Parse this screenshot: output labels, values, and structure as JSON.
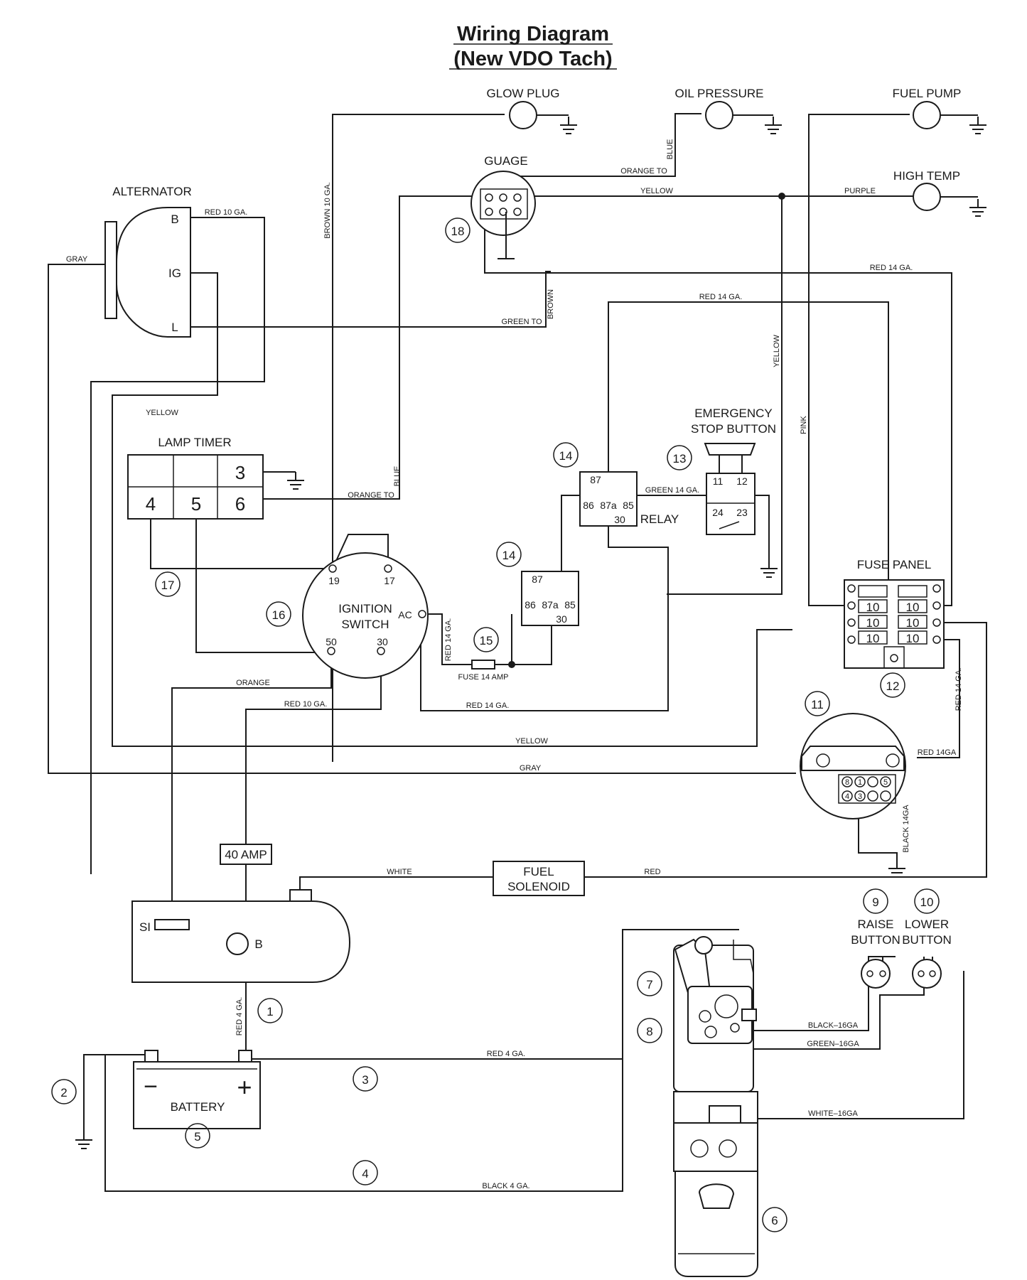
{
  "title": {
    "line1": "Wiring Diagram",
    "line2": "(New VDO Tach)"
  },
  "components": {
    "glow_plug": "GLOW PLUG",
    "oil_pressure": "OIL PRESSURE",
    "fuel_pump": "FUEL PUMP",
    "high_temp": "HIGH TEMP",
    "guage": "GUAGE",
    "alternator": "ALTERNATOR",
    "alt_b": "B",
    "alt_ig": "IG",
    "alt_l": "L",
    "lamp_timer": "LAMP TIMER",
    "lamp_cells": [
      "3",
      "4",
      "5",
      "6"
    ],
    "estop_line1": "EMERGENCY",
    "estop_line2": "STOP BUTTON",
    "estop_pins": [
      "11",
      "12",
      "24",
      "23"
    ],
    "relay": "RELAY",
    "relay_pins": [
      "87",
      "86",
      "87a",
      "85",
      "30"
    ],
    "ignition_line1": "IGNITION",
    "ignition_line2": "SWITCH",
    "ignition_pins": [
      "19",
      "17",
      "AC",
      "50",
      "30"
    ],
    "fuse_panel": "FUSE PANEL",
    "fuses": [
      "10",
      "10",
      "10",
      "10",
      "10",
      "10"
    ],
    "fuse_14": "FUSE 14 AMP",
    "amp_40": "40 AMP",
    "fuel_sol_line1": "FUEL",
    "fuel_sol_line2": "SOLENOID",
    "starter_si": "SI",
    "starter_b": "B",
    "battery": "BATTERY",
    "battery_minus": "−",
    "battery_plus": "+",
    "raise_line1": "RAISE",
    "raise_line2": "BUTTON",
    "lower_line1": "LOWER",
    "lower_line2": "BUTTON",
    "connector_pins": [
      "8",
      "1",
      "5",
      "4",
      "3"
    ]
  },
  "callouts": [
    "1",
    "2",
    "3",
    "4",
    "5",
    "6",
    "7",
    "8",
    "9",
    "10",
    "11",
    "12",
    "13",
    "14",
    "14",
    "15",
    "16",
    "17",
    "18"
  ],
  "wire_labels": {
    "red_10_ga_alt": "RED 10 GA.",
    "gray_left": "GRAY",
    "brown_10_ga": "BROWN 10 GA.",
    "orange_to_gauge": "ORANGE TO",
    "blue_gauge": "BLUE",
    "yellow_top": "YELLOW",
    "purple": "PURPLE",
    "red_14_ga_top": "RED 14 GA.",
    "red_14_ga_mid": "RED 14 GA.",
    "brown_gauge": "BROWN",
    "green_to": "GREEN TO",
    "yellow_vertical": "YELLOW",
    "yellow_left": "YELLOW",
    "pink": "PINK",
    "orange_to_timer": "ORANGE TO",
    "blue_timer": "BLUE",
    "green_14_ga": "GREEN 14 GA.",
    "red_14_ga_fuse": "RED 14 GA.",
    "orange": "ORANGE",
    "red_10_ga_ign": "RED 10 GA.",
    "red_14_ga_bottom": "RED 14 GA.",
    "red_14_ga_right": "RED 14 GA.",
    "yellow_long": "YELLOW",
    "red_14ga": "RED 14GA",
    "gray_long": "GRAY",
    "black_14ga": "BLACK 14GA",
    "white": "WHITE",
    "red_fuel": "RED",
    "red_4_ga_vert": "RED 4 GA.",
    "red_4_ga": "RED 4 GA.",
    "black_4_ga": "BLACK 4 GA.",
    "black_16ga": "BLACK–16GA",
    "green_16ga": "GREEN–16GA",
    "white_16ga": "WHITE–16GA"
  }
}
